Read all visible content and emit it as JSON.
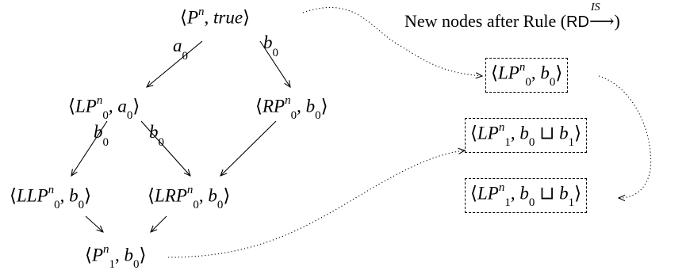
{
  "caption": {
    "prefix": "New nodes after Rule (",
    "rule_name": "RD",
    "rule_superscript": "IS",
    "suffix": ")"
  },
  "nodes": {
    "root": {
      "pred": "P",
      "sup": "n",
      "sub": "",
      "guard": "true"
    },
    "lp0": {
      "pred": "LP",
      "sup": "n",
      "sub": "0",
      "guard_var": "a",
      "guard_sub": "0"
    },
    "rp0": {
      "pred": "RP",
      "sup": "n",
      "sub": "0",
      "guard_var": "b",
      "guard_sub": "0"
    },
    "llp0": {
      "pred": "LLP",
      "sup": "n",
      "sub": "0",
      "guard_var": "b",
      "guard_sub": "0"
    },
    "lrp0": {
      "pred": "LRP",
      "sup": "n",
      "sub": "0",
      "guard_var": "b",
      "guard_sub": "0"
    },
    "p1": {
      "pred": "P",
      "sup": "n",
      "sub": "1",
      "guard_var": "b",
      "guard_sub": "0"
    },
    "new1": {
      "pred": "LP",
      "sup": "n",
      "sub": "0",
      "guard_var": "b",
      "guard_sub": "0"
    },
    "new2": {
      "pred": "LP",
      "sup": "n",
      "sub": "1",
      "guard_var": "b",
      "guard_sub": "0",
      "join": "⊔",
      "guard2_var": "b",
      "guard2_sub": "1"
    },
    "new3": {
      "pred": "LP",
      "sup": "n",
      "sub": "1",
      "guard_var": "b",
      "guard_sub": "0",
      "join": "⊔",
      "guard2_var": "b",
      "guard2_sub": "1"
    }
  },
  "edge_labels": {
    "root_lp0": {
      "var": "a",
      "sub": "0"
    },
    "root_rp0": {
      "var": "b",
      "sub": "0"
    },
    "lp0_llp0": {
      "var": "b",
      "sub": "0"
    },
    "lp0_lrp0": {
      "var": "b",
      "sub": "0"
    }
  }
}
